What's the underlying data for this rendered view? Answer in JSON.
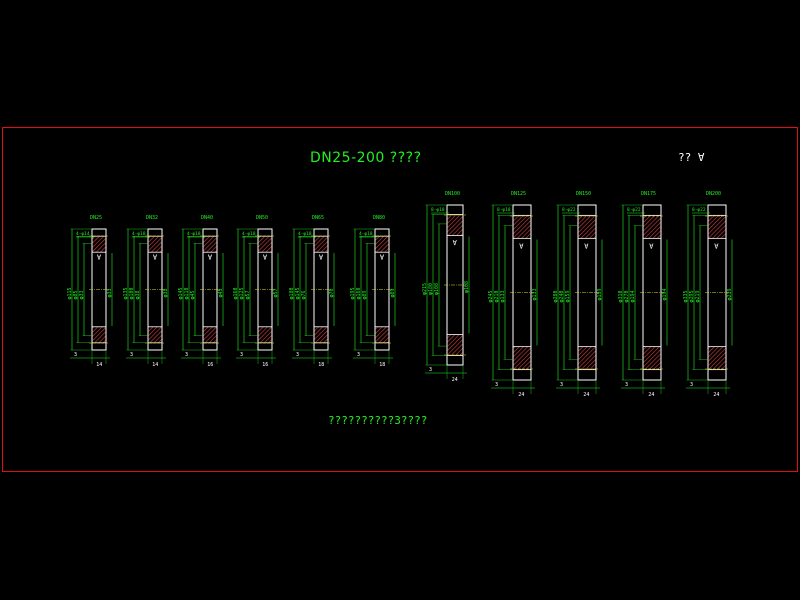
{
  "drawing": {
    "title": "DN25-200 ????",
    "roughness_label": "?? ",
    "note": "??????????3????",
    "colors": {
      "background": "#000000",
      "frame": "#e01010",
      "outline": "#ffffff",
      "dimension": "#22ee22",
      "hatch": "#d04040",
      "centerline": "#e0e020"
    },
    "flanges": [
      {
        "label": "DN25",
        "bolt_note": "4-φ14",
        "dims": [
          "φ115",
          "φ85",
          "φ33"
        ],
        "dim_bottom": [
          "3",
          "14"
        ]
      },
      {
        "label": "DN32",
        "bolt_note": "4-φ18",
        "dims": [
          "φ135",
          "φ100",
          "φ38"
        ],
        "dim_bottom": [
          "3",
          "14"
        ]
      },
      {
        "label": "DN40",
        "bolt_note": "4-φ18",
        "dims": [
          "φ145",
          "φ110",
          "φ45"
        ],
        "dim_bottom": [
          "3",
          "16"
        ]
      },
      {
        "label": "DN50",
        "bolt_note": "4-φ18",
        "dims": [
          "φ160",
          "φ125",
          "φ57"
        ],
        "dim_bottom": [
          "3",
          "16"
        ]
      },
      {
        "label": "DN65",
        "bolt_note": "4-φ18",
        "dims": [
          "φ180",
          "φ145",
          "φ76"
        ],
        "dim_bottom": [
          "3",
          "18"
        ]
      },
      {
        "label": "DN80",
        "bolt_note": "4-φ18",
        "dims": [
          "φ195",
          "φ160",
          "φ89"
        ],
        "dim_bottom": [
          "3",
          "18"
        ]
      },
      {
        "label": "DN100",
        "bolt_note": "8-φ18",
        "dims": [
          "φ215",
          "φ180",
          "φ108"
        ],
        "dim_bottom": [
          "3",
          "24"
        ]
      },
      {
        "label": "DN125",
        "bolt_note": "8-φ18",
        "dims": [
          "φ245",
          "φ210",
          "φ133"
        ],
        "dim_bottom": [
          "3",
          "24"
        ]
      },
      {
        "label": "DN150",
        "bolt_note": "8-φ22",
        "dims": [
          "φ280",
          "φ240",
          "φ159"
        ],
        "dim_bottom": [
          "3",
          "24"
        ]
      },
      {
        "label": "DN175",
        "bolt_note": "8-φ22",
        "dims": [
          "φ310",
          "φ270",
          "φ194"
        ],
        "dim_bottom": [
          "3",
          "24"
        ]
      },
      {
        "label": "DN200",
        "bolt_note": "8-φ22",
        "dims": [
          "φ335",
          "φ295",
          "φ219"
        ],
        "dim_bottom": [
          "3",
          "24"
        ]
      }
    ]
  }
}
